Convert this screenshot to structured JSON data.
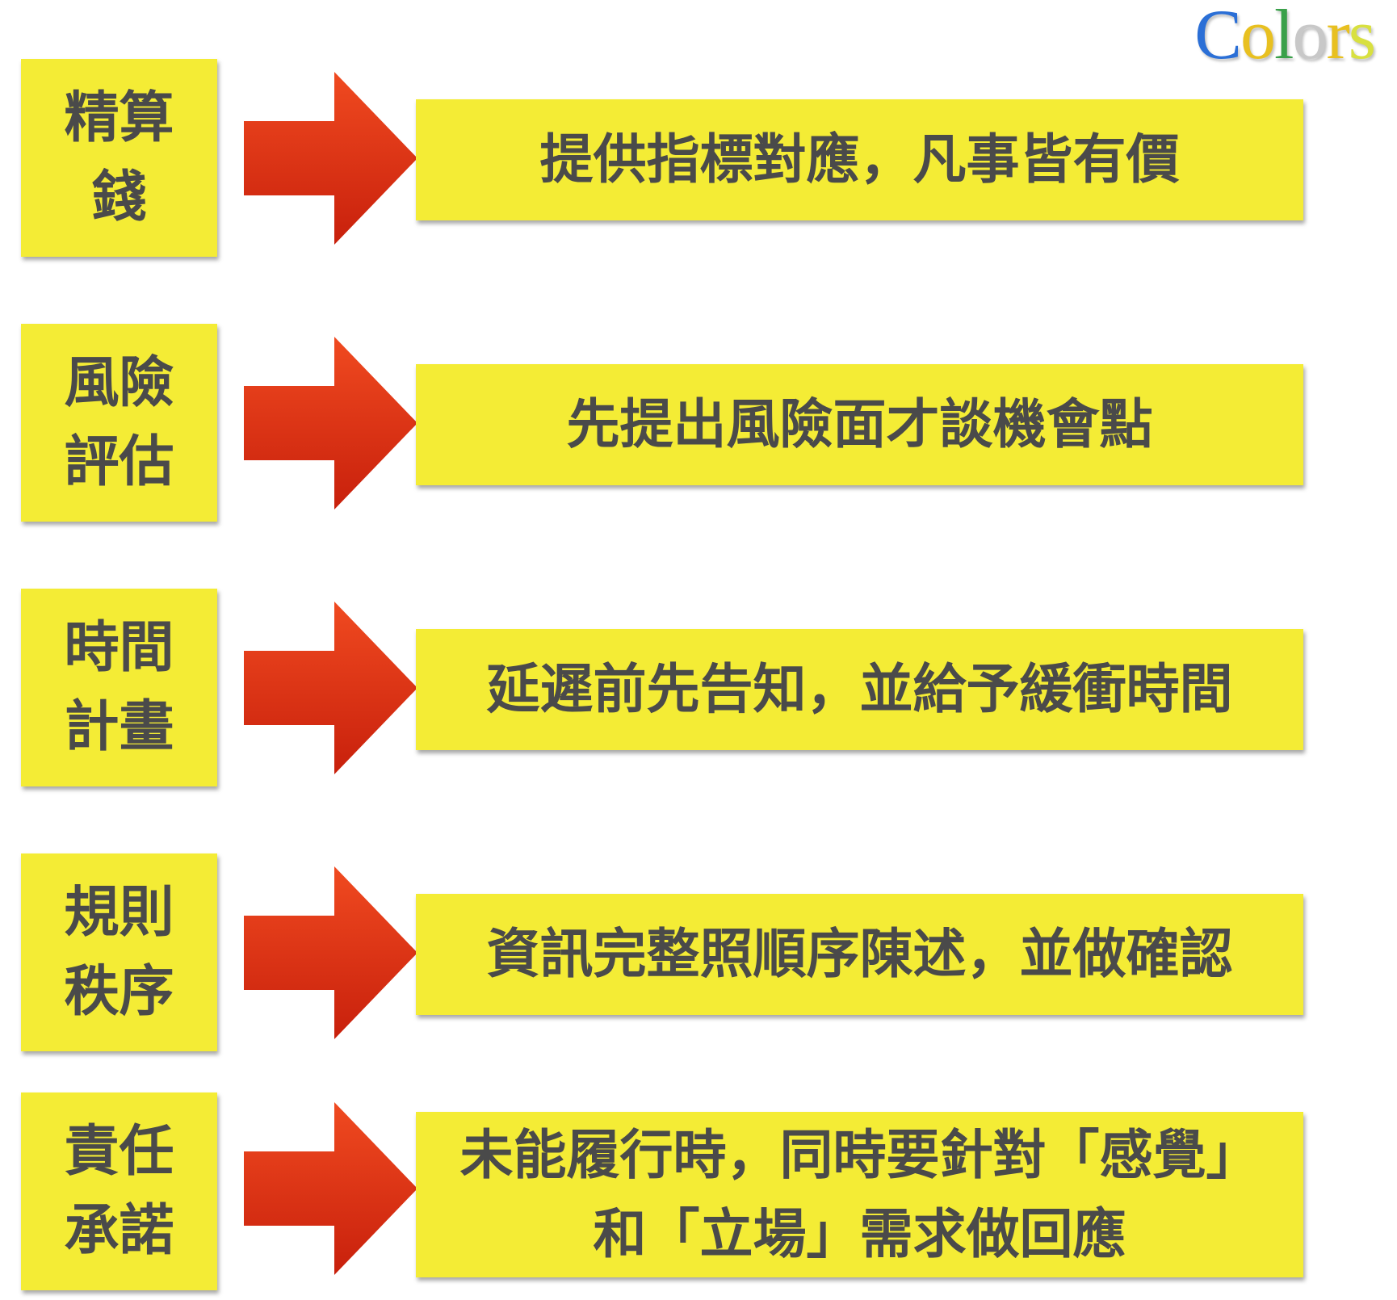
{
  "logo": {
    "letters": [
      {
        "ch": "C",
        "color": "#2b6fd6"
      },
      {
        "ch": "o",
        "color": "#e8c020"
      },
      {
        "ch": "l",
        "color": "#3aa04a"
      },
      {
        "ch": "o",
        "color": "#c8c8c8"
      },
      {
        "ch": "r",
        "color": "#e8c020"
      },
      {
        "ch": "s",
        "color": "#d8e040"
      }
    ]
  },
  "colors": {
    "box": "#f4ec35",
    "text": "#4a4a4a",
    "arrow_top": "#f04a20",
    "arrow_bottom": "#c8200c"
  },
  "rows": [
    {
      "label": [
        "精算",
        "錢"
      ],
      "content": [
        "提供指標對應，凡事皆有價"
      ]
    },
    {
      "label": [
        "風險",
        "評估"
      ],
      "content": [
        "先提出風險面才談機會點"
      ]
    },
    {
      "label": [
        "時間",
        "計畫"
      ],
      "content": [
        "延遲前先告知，並給予緩衝時間"
      ]
    },
    {
      "label": [
        "規則",
        "秩序"
      ],
      "content": [
        "資訊完整照順序陳述，並做確認"
      ]
    },
    {
      "label": [
        "責任",
        "承諾"
      ],
      "content": [
        "未能履行時，同時要針對「感覺」",
        "和「立場」需求做回應"
      ]
    }
  ]
}
